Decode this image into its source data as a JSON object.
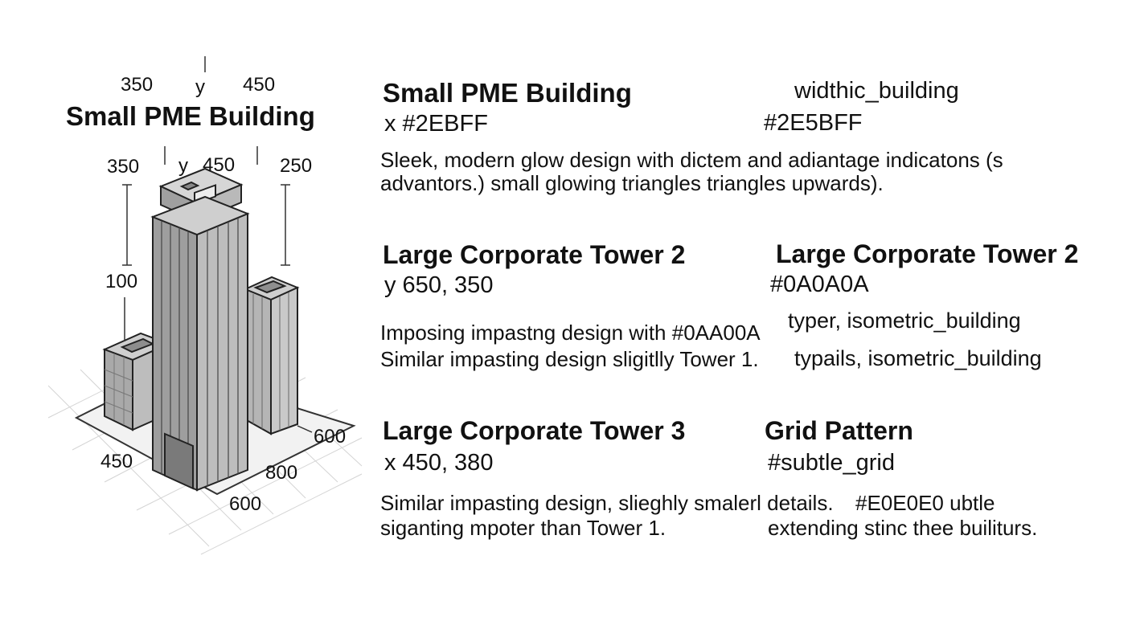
{
  "illustration": {
    "title": "Small PME Building",
    "top_labels": [
      "350",
      "y",
      "450"
    ],
    "mid_labels": [
      "350",
      "y",
      "450",
      "250"
    ],
    "side_label": "100",
    "base_labels": [
      "450",
      "600",
      "800",
      "600"
    ]
  },
  "sections": {
    "small_pme": {
      "heading": "Small PME Building",
      "value": "x #2EBFF",
      "right_label": "widthic_building",
      "right_value": "#2E5BFF",
      "description": [
        "Sleek, modern glow design with dictem and adiantage indicatons (s",
        "advantors.) small glowing triangles triangles upwards)."
      ]
    },
    "tower_2": {
      "heading": "Large Corporate Tower 2",
      "value": "y 650, 350",
      "description": [
        "Imposing impastng design with",
        "Similar impasting design sligitlly Tower 1."
      ],
      "inline_color": "#0AA00A"
    },
    "tower_2_right": {
      "heading": "Large Corporate Tower 2",
      "value": "#0A0A0A",
      "lines": [
        "typer, isometric_building",
        "typails, isometric_building"
      ]
    },
    "tower_3": {
      "heading": "Large Corporate Tower 3",
      "value": "x 450, 380",
      "description": [
        "Similar impasting design, slieghly smalerl details.",
        "siganting mpoter than Tower 1."
      ]
    },
    "grid_pattern": {
      "heading": "Grid Pattern",
      "value": "#subtle_grid",
      "line1_color": "#E0E0E0",
      "line1_text": "ubtle",
      "line2": "extending stinc thee builiturs."
    }
  }
}
